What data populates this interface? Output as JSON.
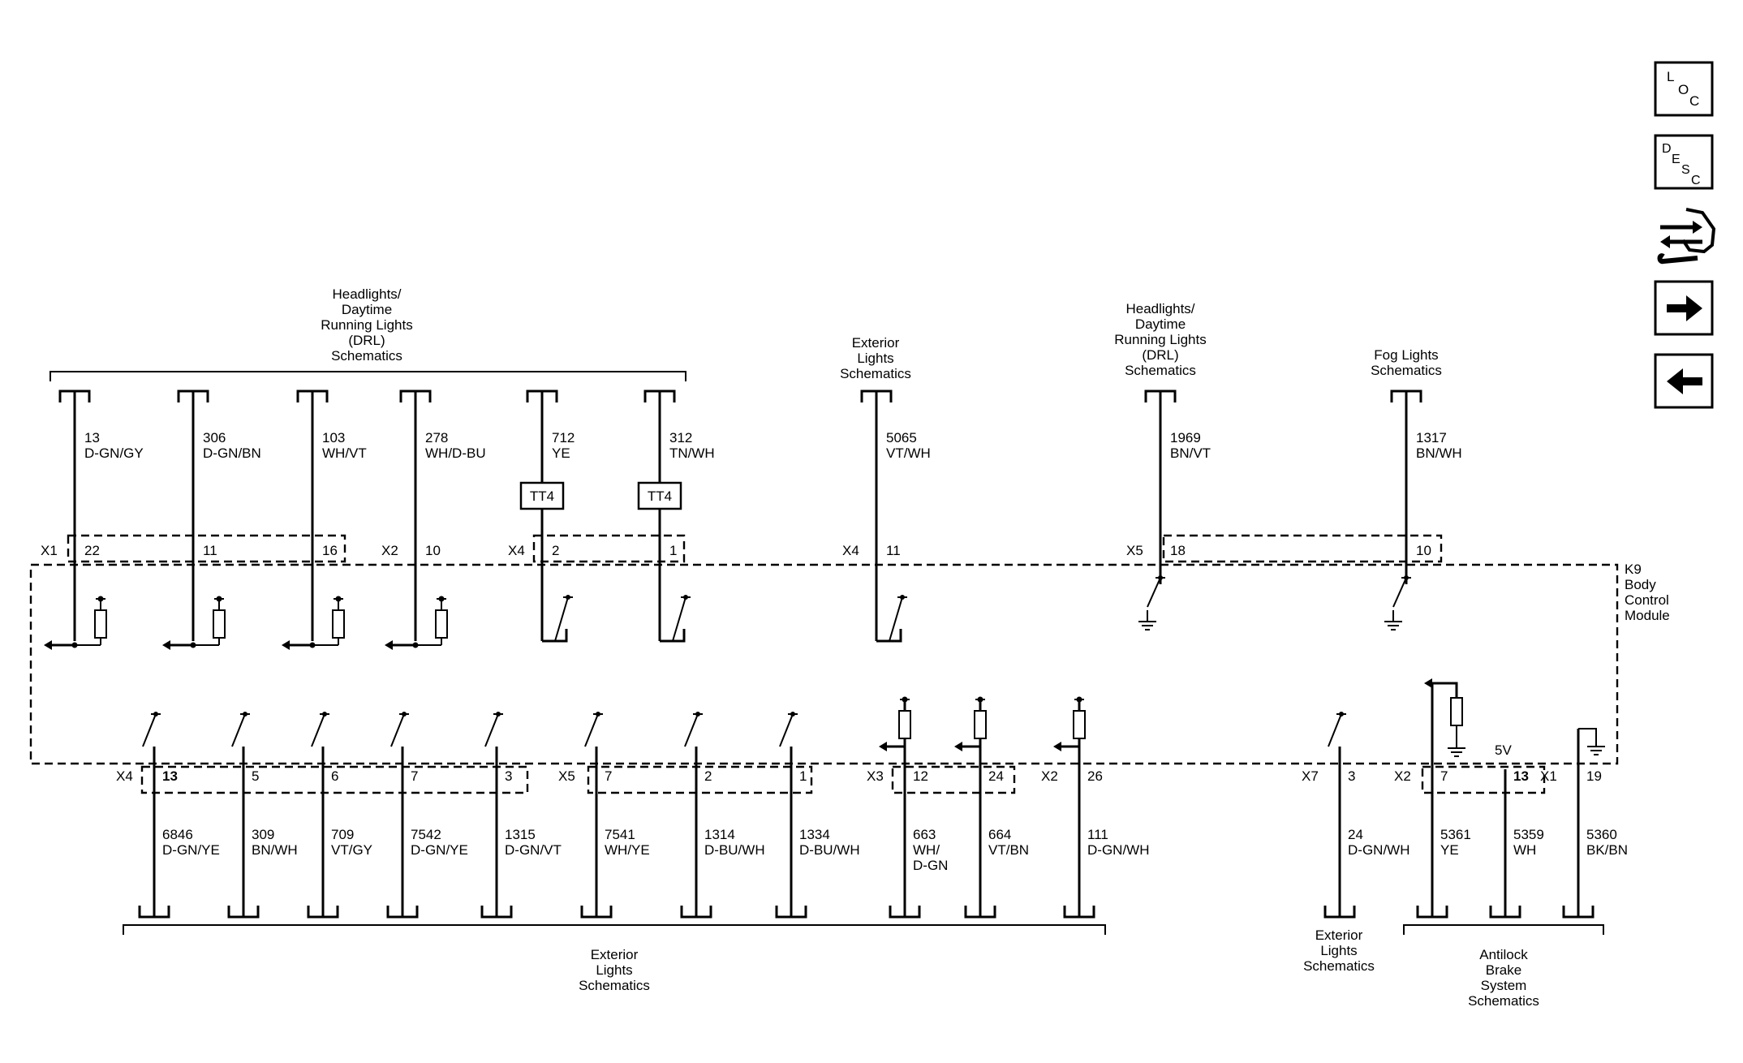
{
  "groups": {
    "drl_top": [
      "Headlights/",
      "Daytime",
      "Running Lights",
      "(DRL)",
      "Schematics"
    ],
    "ext_top": [
      "Exterior",
      "Lights",
      "Schematics"
    ],
    "drl_top2": [
      "Headlights/",
      "Daytime",
      "Running Lights",
      "(DRL)",
      "Schematics"
    ],
    "fog": [
      "Fog Lights",
      "Schematics"
    ],
    "ext_bottom": [
      "Exterior",
      "Lights",
      "Schematics"
    ],
    "ext_bottom2": [
      "Exterior",
      "Lights",
      "Schematics"
    ],
    "abs": [
      "Antilock",
      "Brake",
      "System",
      "Schematics"
    ]
  },
  "module": {
    "id": "K9",
    "name_lines": [
      "Body",
      "Control",
      "Module"
    ]
  },
  "top_wires": [
    {
      "circuit": "13",
      "color": "D-GN/GY",
      "connector": "X1",
      "pin": "22"
    },
    {
      "circuit": "306",
      "color": "D-GN/BN",
      "connector": "",
      "pin": "11"
    },
    {
      "circuit": "103",
      "color": "WH/VT",
      "connector": "",
      "pin": "16"
    },
    {
      "circuit": "278",
      "color": "WH/D-BU",
      "connector": "X2",
      "pin": "10"
    },
    {
      "circuit": "712",
      "color": "YE",
      "connector": "X4",
      "pin": "2",
      "splice": "TT4"
    },
    {
      "circuit": "312",
      "color": "TN/WH",
      "connector": "",
      "pin": "1",
      "splice": "TT4"
    },
    {
      "circuit": "5065",
      "color": "VT/WH",
      "connector": "X4",
      "pin": "11"
    },
    {
      "circuit": "1969",
      "color": "BN/VT",
      "connector": "X5",
      "pin": "18"
    },
    {
      "circuit": "1317",
      "color": "BN/WH",
      "connector": "",
      "pin": "10"
    }
  ],
  "bottom_wires": [
    {
      "circuit": "6846",
      "color": [
        "D-GN/YE"
      ],
      "connector": "X4",
      "pin": "13"
    },
    {
      "circuit": "309",
      "color": [
        "BN/WH"
      ],
      "connector": "",
      "pin": "5"
    },
    {
      "circuit": "709",
      "color": [
        "VT/GY"
      ],
      "connector": "",
      "pin": "6"
    },
    {
      "circuit": "7542",
      "color": [
        "D-GN/YE"
      ],
      "connector": "",
      "pin": "7"
    },
    {
      "circuit": "1315",
      "color": [
        "D-GN/VT"
      ],
      "connector": "",
      "pin": "3"
    },
    {
      "circuit": "7541",
      "color": [
        "WH/YE"
      ],
      "connector": "X5",
      "pin": "7"
    },
    {
      "circuit": "1314",
      "color": [
        "D-BU/WH"
      ],
      "connector": "",
      "pin": "2"
    },
    {
      "circuit": "1334",
      "color": [
        "D-BU/WH"
      ],
      "connector": "",
      "pin": "1"
    },
    {
      "circuit": "663",
      "color": [
        "WH/",
        "D-GN"
      ],
      "connector": "X3",
      "pin": "12"
    },
    {
      "circuit": "664",
      "color": [
        "VT/BN"
      ],
      "connector": "",
      "pin": "24"
    },
    {
      "circuit": "111",
      "color": [
        "D-GN/WH"
      ],
      "connector": "X2",
      "pin": "26"
    },
    {
      "circuit": "24",
      "color": [
        "D-GN/WH"
      ],
      "connector": "X7",
      "pin": "3"
    },
    {
      "circuit": "5361",
      "color": [
        "YE"
      ],
      "connector": "X2",
      "pin": "7"
    },
    {
      "circuit": "5359",
      "color": [
        "WH"
      ],
      "connector": "",
      "pin": "13"
    },
    {
      "circuit": "5360",
      "color": [
        "BK/BN"
      ],
      "connector": "X1",
      "pin": "19"
    }
  ],
  "reference_voltage": "5V",
  "nav": {
    "loc": [
      "L",
      "O",
      "C"
    ],
    "desc": [
      "D",
      "E",
      "S",
      "C"
    ]
  },
  "icons": [
    "loc-icon",
    "desc-icon",
    "connector-end-view-icon",
    "next-arrow-icon",
    "previous-arrow-icon"
  ]
}
